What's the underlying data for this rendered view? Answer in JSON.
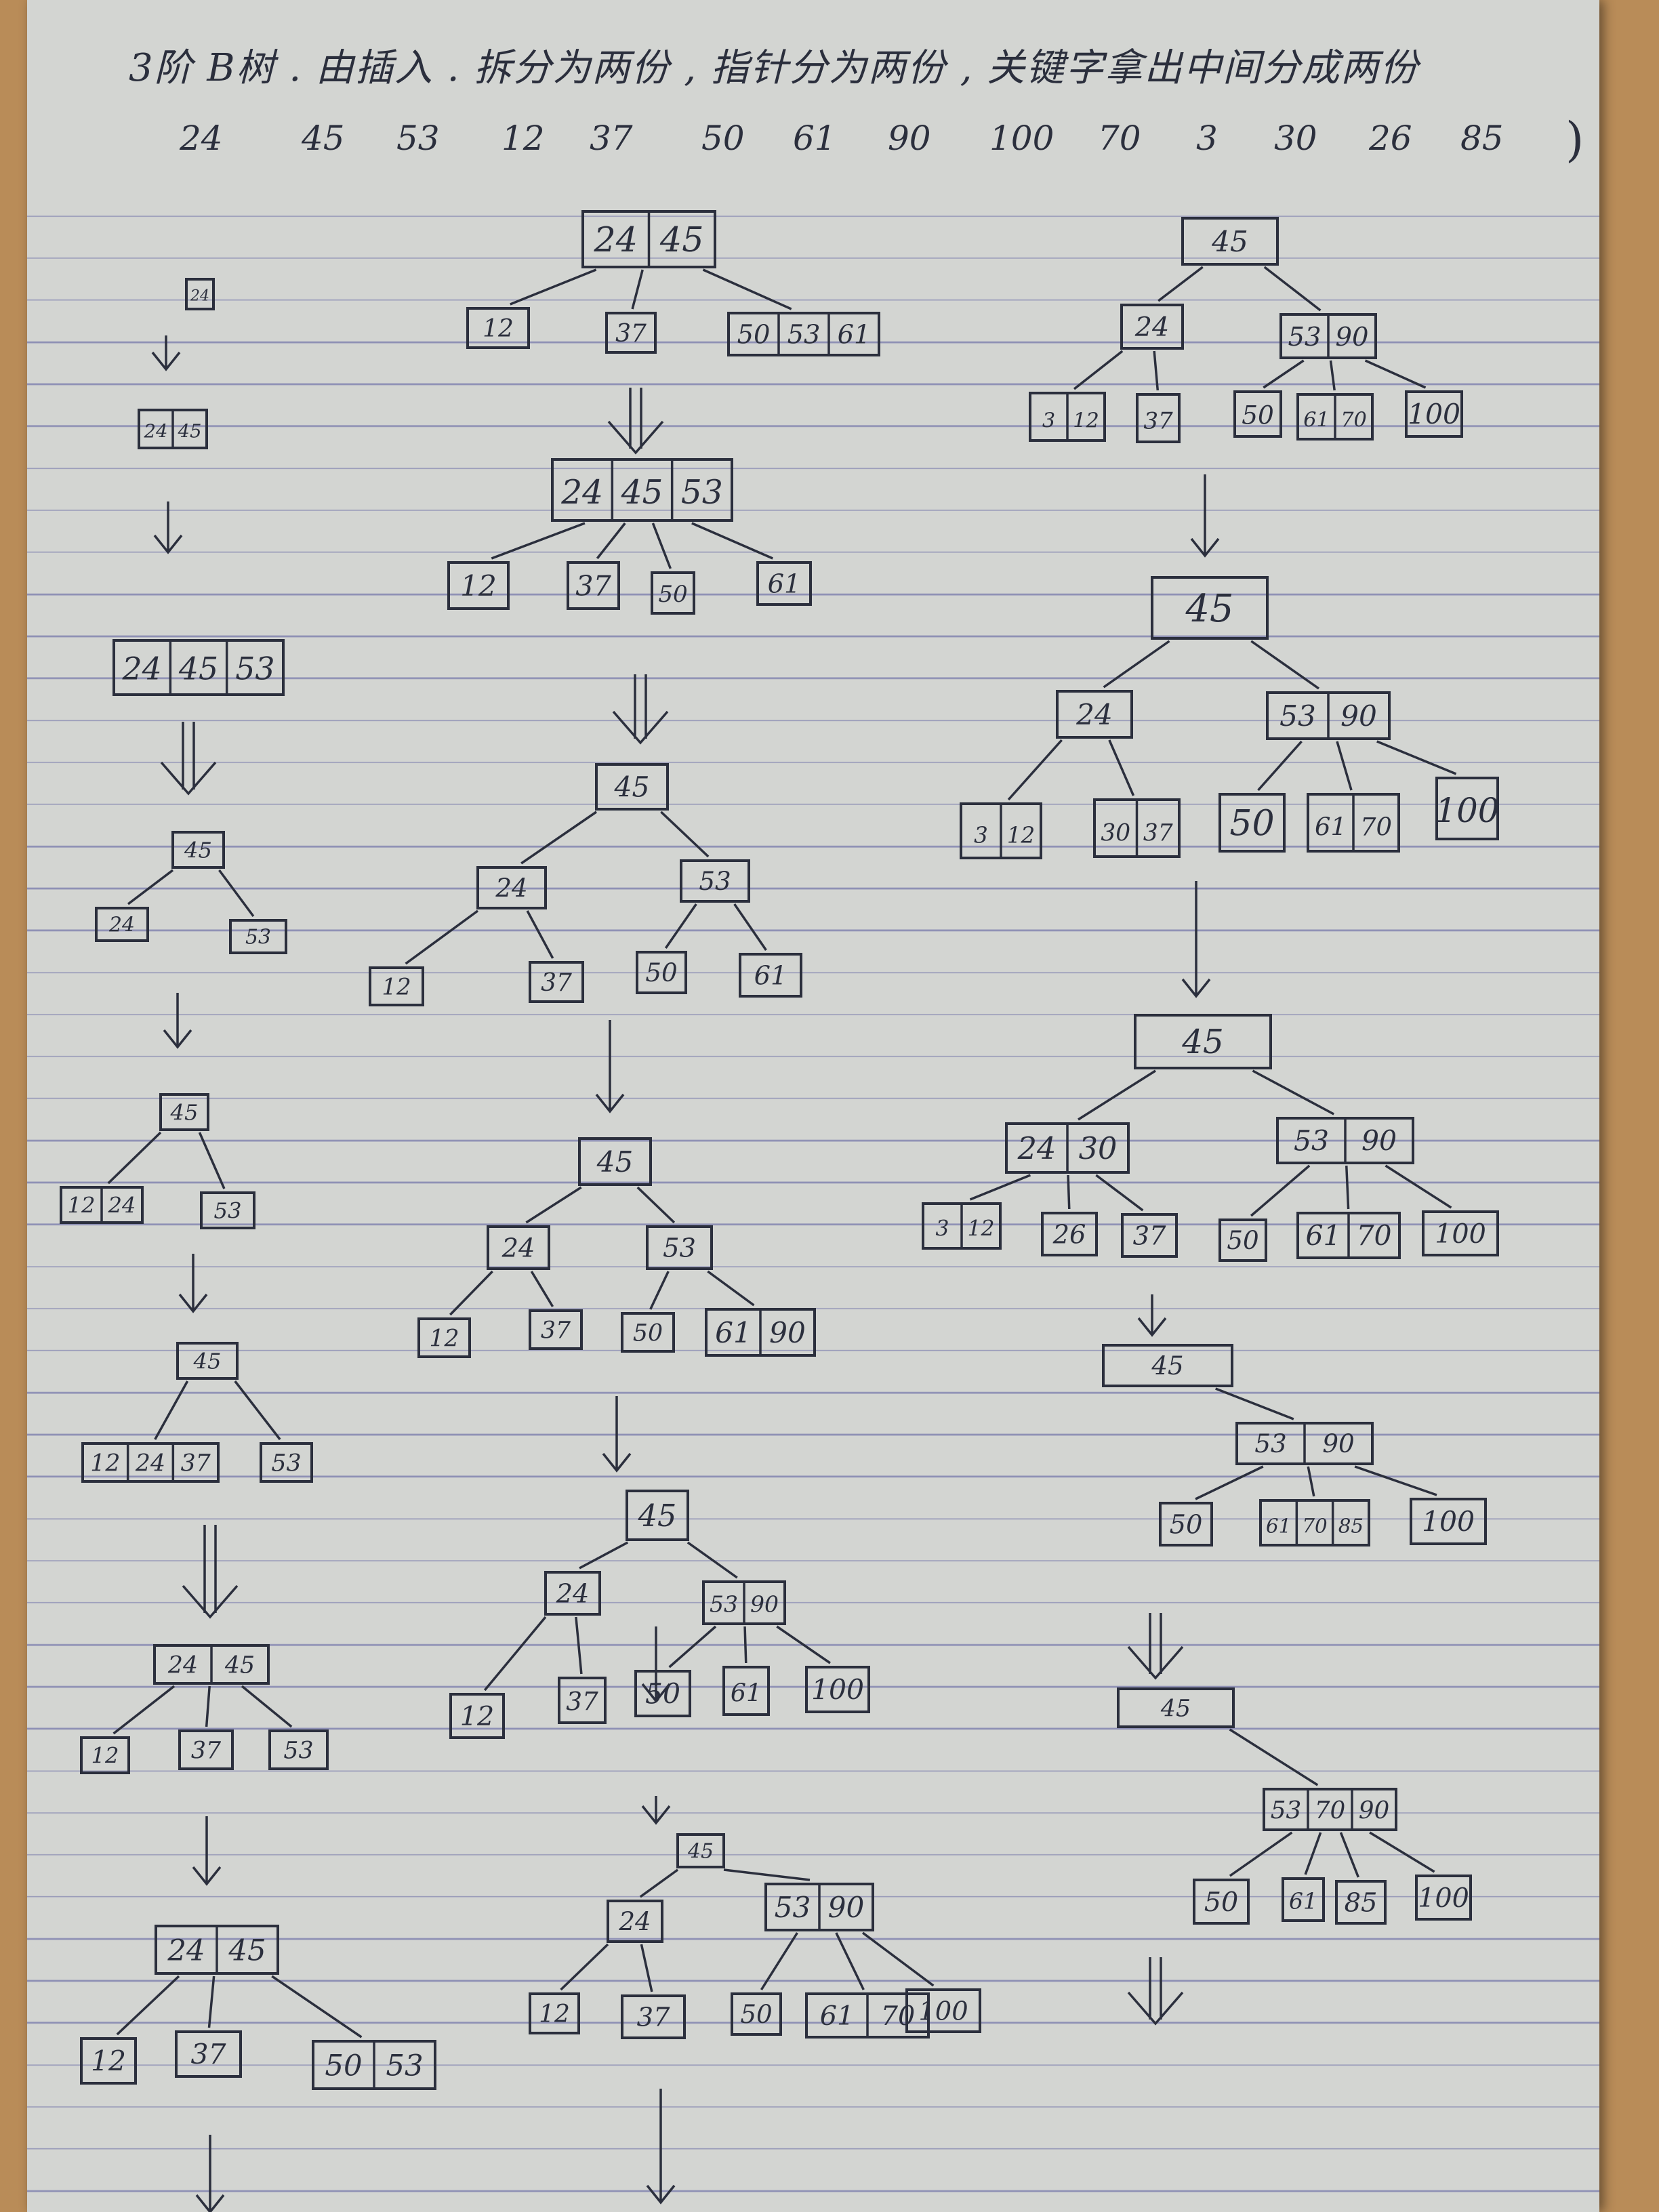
{
  "title": "3阶 B树 . 由插入 . 拆分为两份 , 指针分为两份 , 关键字拿出中间分成两份",
  "sequence": [
    "24",
    "45",
    "53",
    "12",
    "37",
    "50",
    "61",
    "90",
    "100",
    "70",
    "3",
    "30",
    "26",
    "85"
  ],
  "trees": [
    {
      "nodes": [
        {
          "keys": [
            "24"
          ]
        }
      ]
    },
    {
      "nodes": [
        {
          "keys": [
            "24",
            "45"
          ]
        }
      ]
    },
    {
      "nodes": [
        {
          "keys": [
            "24",
            "45",
            "53"
          ]
        }
      ]
    },
    {
      "nodes": [
        {
          "keys": [
            "45"
          ]
        },
        {
          "keys": [
            "24"
          ]
        },
        {
          "keys": [
            "53"
          ]
        }
      ]
    },
    {
      "nodes": [
        {
          "keys": [
            "45"
          ]
        },
        {
          "keys": [
            "12",
            "24"
          ]
        },
        {
          "keys": [
            "53"
          ]
        }
      ]
    },
    {
      "nodes": [
        {
          "keys": [
            "45"
          ]
        },
        {
          "keys": [
            "12",
            "24",
            "37"
          ]
        },
        {
          "keys": [
            "53"
          ]
        }
      ]
    },
    {
      "nodes": [
        {
          "keys": [
            "24",
            "45"
          ]
        },
        {
          "keys": [
            "12"
          ]
        },
        {
          "keys": [
            "37"
          ]
        },
        {
          "keys": [
            "53"
          ]
        }
      ]
    },
    {
      "nodes": [
        {
          "keys": [
            "24",
            "45"
          ]
        },
        {
          "keys": [
            "12"
          ]
        },
        {
          "keys": [
            "37"
          ]
        },
        {
          "keys": [
            "50",
            "53"
          ]
        }
      ]
    },
    {
      "nodes": [
        {
          "keys": [
            "24",
            "45"
          ]
        },
        {
          "keys": [
            "12"
          ]
        },
        {
          "keys": [
            "37"
          ]
        },
        {
          "keys": [
            "50",
            "53",
            "61"
          ]
        }
      ]
    },
    {
      "nodes": [
        {
          "keys": [
            "24",
            "45",
            "53"
          ]
        },
        {
          "keys": [
            "12"
          ]
        },
        {
          "keys": [
            "37"
          ]
        },
        {
          "keys": [
            "50"
          ]
        },
        {
          "keys": [
            "61"
          ]
        }
      ]
    },
    {
      "nodes": [
        {
          "keys": [
            "45"
          ]
        },
        {
          "keys": [
            "24"
          ]
        },
        {
          "keys": [
            "53"
          ]
        },
        {
          "keys": [
            "12"
          ]
        },
        {
          "keys": [
            "37"
          ]
        },
        {
          "keys": [
            "50"
          ]
        },
        {
          "keys": [
            "61"
          ]
        }
      ]
    },
    {
      "nodes": [
        {
          "keys": [
            "45"
          ]
        },
        {
          "keys": [
            "24"
          ]
        },
        {
          "keys": [
            "53"
          ]
        },
        {
          "keys": [
            "12"
          ]
        },
        {
          "keys": [
            "37"
          ]
        },
        {
          "keys": [
            "50"
          ]
        },
        {
          "keys": [
            "61",
            "90"
          ]
        }
      ]
    },
    {
      "nodes": [
        {
          "keys": [
            "45"
          ]
        },
        {
          "keys": [
            "24"
          ]
        },
        {
          "keys": [
            "53",
            "90"
          ]
        },
        {
          "keys": [
            "12"
          ]
        },
        {
          "keys": [
            "37"
          ]
        },
        {
          "keys": [
            "50"
          ]
        },
        {
          "keys": [
            "61"
          ]
        },
        {
          "keys": [
            "100"
          ]
        }
      ]
    },
    {
      "nodes": [
        {
          "keys": [
            "45"
          ]
        },
        {
          "keys": [
            "24"
          ]
        },
        {
          "keys": [
            "53",
            "90"
          ]
        },
        {
          "keys": [
            "12"
          ]
        },
        {
          "keys": [
            "37"
          ]
        },
        {
          "keys": [
            "50"
          ]
        },
        {
          "keys": [
            "61",
            "70"
          ]
        },
        {
          "keys": [
            "100"
          ]
        }
      ]
    },
    {
      "nodes": [
        {
          "keys": [
            "45"
          ]
        },
        {
          "keys": [
            "24"
          ]
        },
        {
          "keys": [
            "53",
            "90"
          ]
        },
        {
          "keys": [
            "3",
            "12"
          ]
        },
        {
          "keys": [
            "37"
          ]
        },
        {
          "keys": [
            "50"
          ]
        },
        {
          "keys": [
            "61",
            "70"
          ]
        },
        {
          "keys": [
            "100"
          ]
        }
      ]
    },
    {
      "nodes": [
        {
          "keys": [
            "45"
          ]
        },
        {
          "keys": [
            "24"
          ]
        },
        {
          "keys": [
            "53",
            "90"
          ]
        },
        {
          "keys": [
            "3",
            "12"
          ]
        },
        {
          "keys": [
            "30",
            "37"
          ]
        },
        {
          "keys": [
            "50"
          ]
        },
        {
          "keys": [
            "61",
            "70"
          ]
        },
        {
          "keys": [
            "100"
          ]
        }
      ]
    },
    {
      "nodes": [
        {
          "keys": [
            "45"
          ]
        },
        {
          "keys": [
            "24",
            "30"
          ]
        },
        {
          "keys": [
            "53",
            "90"
          ]
        },
        {
          "keys": [
            "3",
            "12"
          ]
        },
        {
          "keys": [
            "26"
          ]
        },
        {
          "keys": [
            "37"
          ]
        },
        {
          "keys": [
            "50"
          ]
        },
        {
          "keys": [
            "61",
            "70"
          ]
        },
        {
          "keys": [
            "100"
          ]
        }
      ]
    },
    {
      "nodes": [
        {
          "keys": [
            "45"
          ]
        },
        {
          "keys": [
            "53",
            "90"
          ]
        },
        {
          "keys": [
            "50"
          ]
        },
        {
          "keys": [
            "61",
            "70",
            "85"
          ]
        },
        {
          "keys": [
            "100"
          ]
        }
      ]
    },
    {
      "nodes": [
        {
          "keys": [
            "45"
          ]
        },
        {
          "keys": [
            "53",
            "70",
            "90"
          ]
        },
        {
          "keys": [
            "50"
          ]
        },
        {
          "keys": [
            "61"
          ]
        },
        {
          "keys": [
            "85"
          ]
        },
        {
          "keys": [
            "100"
          ]
        }
      ]
    }
  ]
}
